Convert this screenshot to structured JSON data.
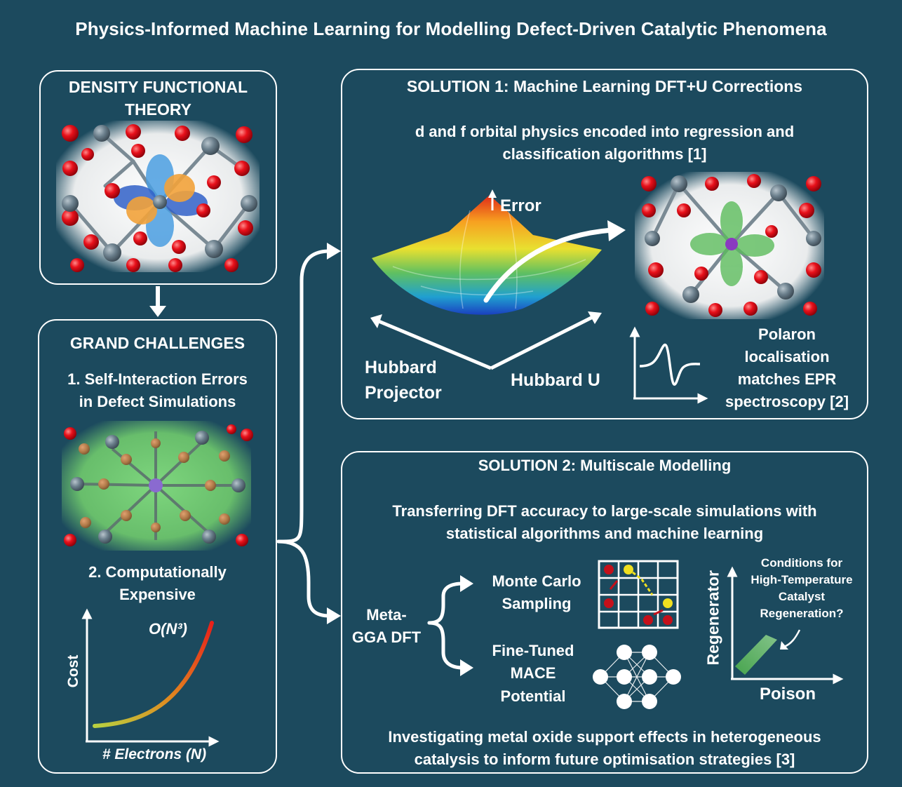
{
  "title": "Physics-Informed Machine Learning for Modelling Defect-Driven Catalytic Phenomena",
  "dft": {
    "heading_line1": "DENSITY FUNCTIONAL",
    "heading_line2": "THEORY"
  },
  "challenges": {
    "heading": "GRAND CHALLENGES",
    "item1_line1": "1. Self-Interaction Errors",
    "item1_line2": "in Defect Simulations",
    "item2_line1": "2. Computationally",
    "item2_line2": "Expensive",
    "cost_ylabel": "Cost",
    "cost_xlabel": "# Electrons (N)",
    "cost_curve_label": "O(N³)"
  },
  "solution1": {
    "heading": "SOLUTION 1: Machine Learning DFT+U Corrections",
    "desc_line1": "d and f orbital physics encoded into regression and",
    "desc_line2": "classification algorithms [1]",
    "error_label": "Error",
    "axis_left_line1": "Hubbard",
    "axis_left_line2": "Projector",
    "axis_right": "Hubbard U",
    "polaron_line1": "Polaron",
    "polaron_line2": "localisation",
    "polaron_line3": "matches EPR",
    "polaron_line4": "spectroscopy [2]"
  },
  "solution2": {
    "heading": "SOLUTION 2: Multiscale Modelling",
    "desc_line1": "Transferring DFT accuracy to large-scale simulations with",
    "desc_line2": "statistical algorithms and machine learning",
    "meta_line1": "Meta-",
    "meta_line2": "GGA DFT",
    "mc_line1": "Monte Carlo",
    "mc_line2": "Sampling",
    "mace_line1": "Fine-Tuned",
    "mace_line2": "MACE",
    "mace_line3": "Potential",
    "regen_ylabel": "Regenerator",
    "regen_xlabel": "Poison",
    "cond_line1": "Conditions for",
    "cond_line2": "High-Temperature",
    "cond_line3": "Catalyst",
    "cond_line4": "Regeneration?",
    "footer_line1": "Investigating metal oxide support effects in heterogeneous",
    "footer_line2": "catalysis to inform future optimisation strategies [3]"
  },
  "colors": {
    "background": "#1c4a5e",
    "oxygen": "#e8101a",
    "metal": "#6b7f8c",
    "orbital_blue": "#3d8fd6",
    "orbital_orange": "#f2a23a",
    "polaron_green": "#66c466"
  }
}
